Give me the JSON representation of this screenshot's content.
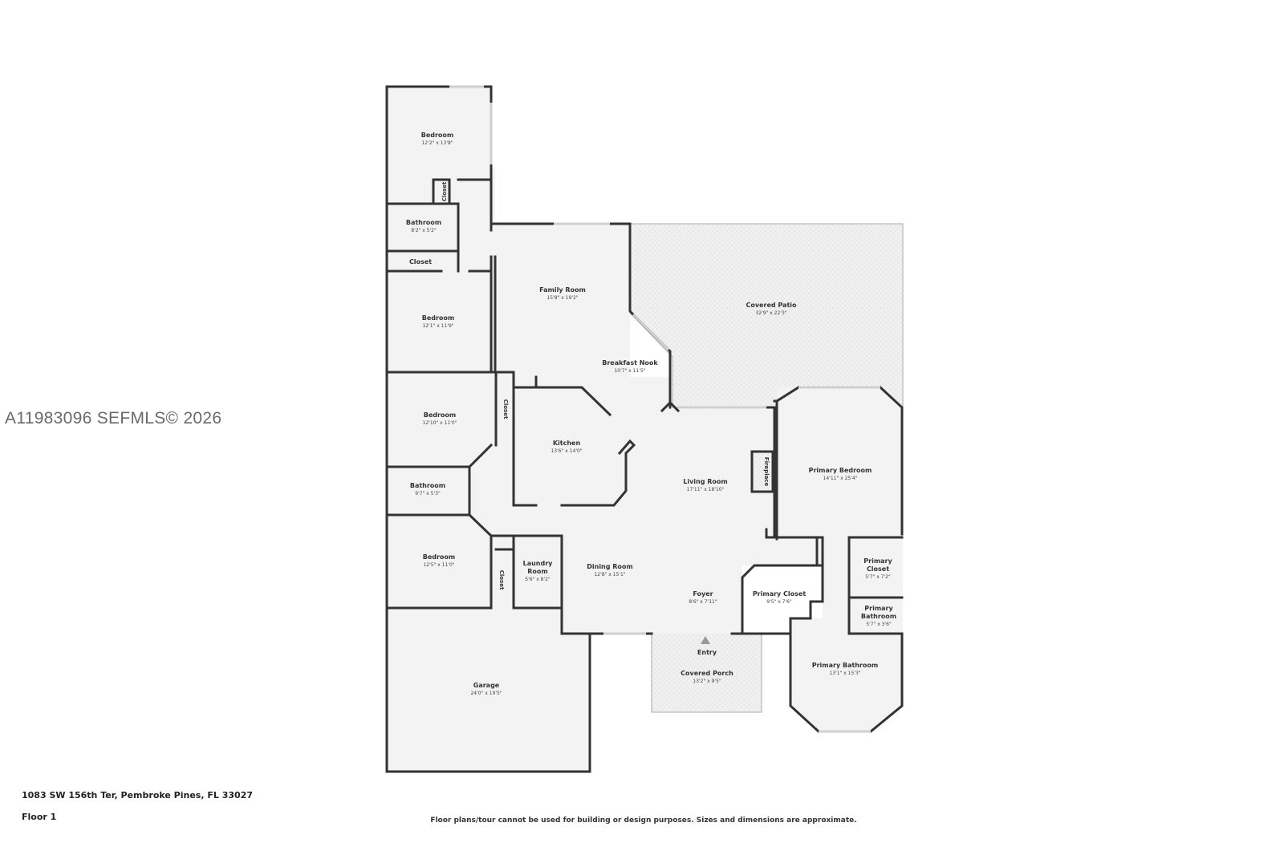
{
  "watermark": "A11983096  SEFMLS© 2026",
  "address": "1083 SW 156th Ter, Pembroke Pines, FL 33027",
  "floor_label": "Floor 1",
  "disclaimer": "Floor plans/tour cannot be used for building or design purposes. Sizes and dimensions are approximate.",
  "rooms": {
    "bedroom1": {
      "name": "Bedroom",
      "dim": "12'2\" x 13'8\""
    },
    "closet_top": {
      "name": "Closet"
    },
    "bathroom1": {
      "name": "Bathroom",
      "dim": "8'2\" x 5'2\""
    },
    "closet2": {
      "name": "Closet"
    },
    "bedroom2": {
      "name": "Bedroom",
      "dim": "12'1\" x 11'9\""
    },
    "bedroom3": {
      "name": "Bedroom",
      "dim": "12'10\" x 11'0\""
    },
    "closet3": {
      "name": "Closet"
    },
    "bathroom2": {
      "name": "Bathroom",
      "dim": "9'7\" x 5'3\""
    },
    "bedroom4": {
      "name": "Bedroom",
      "dim": "12'5\" x 11'0\""
    },
    "closet4": {
      "name": "Closet"
    },
    "laundry": {
      "name1": "Laundry",
      "name2": "Room",
      "dim": "5'6\" x 8'2\""
    },
    "garage": {
      "name": "Garage",
      "dim": "24'0\" x 19'5\""
    },
    "family": {
      "name": "Family Room",
      "dim": "15'8\" x 19'2\""
    },
    "nook": {
      "name": "Breakfast Nook",
      "dim": "10'7\" x 11'5\""
    },
    "kitchen": {
      "name": "Kitchen",
      "dim": "13'6\" x 14'0\""
    },
    "living": {
      "name": "Living Room",
      "dim": "17'11\" x 18'10\""
    },
    "dining": {
      "name": "Dining Room",
      "dim": "12'8\" x 15'1\""
    },
    "foyer": {
      "name": "Foyer",
      "dim": "8'6\" x 7'11\""
    },
    "entry": {
      "name": "Entry"
    },
    "porch": {
      "name": "Covered Porch",
      "dim": "13'2\" x 9'5\""
    },
    "patio": {
      "name": "Covered Patio",
      "dim": "32'9\" x 22'3\""
    },
    "fireplace": {
      "name": "Fireplace"
    },
    "primary_bed": {
      "name": "Primary Bedroom",
      "dim": "14'11\" x 25'4\""
    },
    "primary_closet_big": {
      "name": "Primary Closet",
      "dim": "9'5\" x 7'6\""
    },
    "primary_closet_small": {
      "name1": "Primary",
      "name2": "Closet",
      "dim": "5'7\" x 7'2\""
    },
    "primary_bath_small": {
      "name1": "Primary",
      "name2": "Bathroom",
      "dim": "5'7\" x 3'6\""
    },
    "primary_bath": {
      "name": "Primary Bathroom",
      "dim": "13'1\" x 15'3\""
    }
  }
}
